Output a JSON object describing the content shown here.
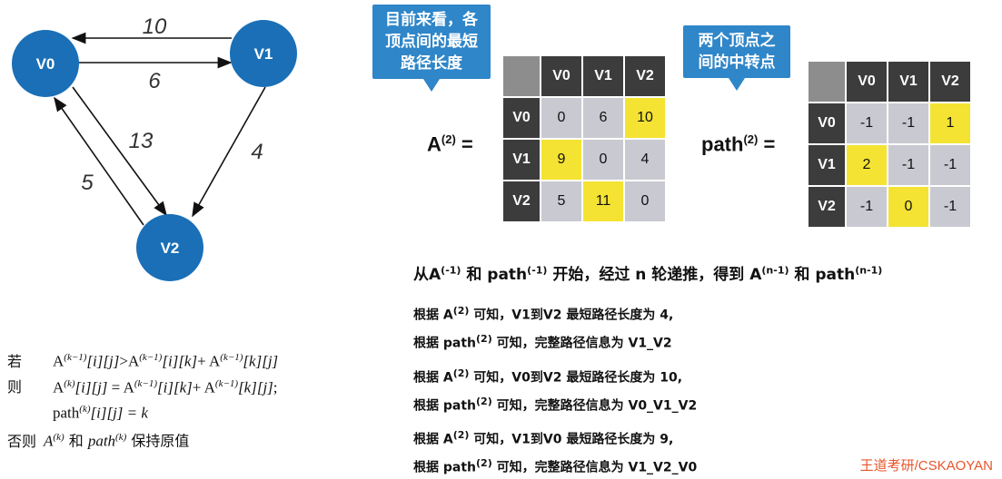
{
  "graph": {
    "nodes": [
      {
        "id": "v0",
        "label": "V0"
      },
      {
        "id": "v1",
        "label": "V1"
      },
      {
        "id": "v2",
        "label": "V2"
      }
    ],
    "edges": [
      {
        "from": "V1",
        "to": "V0",
        "weight": "10"
      },
      {
        "from": "V0",
        "to": "V1",
        "weight": "6"
      },
      {
        "from": "V0",
        "to": "V2",
        "weight": "13"
      },
      {
        "from": "V1",
        "to": "V2",
        "weight": "4"
      },
      {
        "from": "V2",
        "to": "V0",
        "weight": "5"
      }
    ],
    "node_color": "#1a6fb7",
    "node_text_color": "#ffffff"
  },
  "matrix_a": {
    "callout": [
      "目前来看，各",
      "顶点间的最短",
      "路径长度"
    ],
    "label_base": "A",
    "label_sup": "(2)",
    "equals": "=",
    "headers": [
      "V0",
      "V1",
      "V2"
    ],
    "rows": [
      {
        "name": "V0",
        "cells": [
          {
            "v": "0",
            "hl": false
          },
          {
            "v": "6",
            "hl": false
          },
          {
            "v": "10",
            "hl": true
          }
        ]
      },
      {
        "name": "V1",
        "cells": [
          {
            "v": "9",
            "hl": true
          },
          {
            "v": "0",
            "hl": false
          },
          {
            "v": "4",
            "hl": false
          }
        ]
      },
      {
        "name": "V2",
        "cells": [
          {
            "v": "5",
            "hl": false
          },
          {
            "v": "11",
            "hl": true
          },
          {
            "v": "0",
            "hl": false
          }
        ]
      }
    ]
  },
  "matrix_path": {
    "callout": [
      "两个顶点之",
      "间的中转点"
    ],
    "label_base": "path",
    "label_sup": "(2)",
    "equals": "=",
    "headers": [
      "V0",
      "V1",
      "V2"
    ],
    "rows": [
      {
        "name": "V0",
        "cells": [
          {
            "v": "-1",
            "hl": false
          },
          {
            "v": "-1",
            "hl": false
          },
          {
            "v": "1",
            "hl": true
          }
        ]
      },
      {
        "name": "V1",
        "cells": [
          {
            "v": "2",
            "hl": true
          },
          {
            "v": "-1",
            "hl": false
          },
          {
            "v": "-1",
            "hl": false
          }
        ]
      },
      {
        "name": "V2",
        "cells": [
          {
            "v": "-1",
            "hl": false
          },
          {
            "v": "0",
            "hl": true
          },
          {
            "v": "-1",
            "hl": false
          }
        ]
      }
    ]
  },
  "summary": {
    "p1": "从A",
    "s1": "(-1)",
    "p2": " 和 path",
    "s2": "(-1)",
    "p3": " 开始，经过 n 轮递推，得到 A",
    "s3": "(n-1)",
    "p4": " 和 path",
    "s4": "(n-1)"
  },
  "info": {
    "sup": "(2)",
    "blocks": [
      {
        "a_pre": "根据 A",
        "a_post": " 可知，V1到V2 最短路径长度为 4,",
        "p_pre": "根据 path",
        "p_post": "  可知，完整路径信息为 V1_V2"
      },
      {
        "a_pre": "根据 A",
        "a_post": " 可知，V0到V2 最短路径长度为 10,",
        "p_pre": "根据 path",
        "p_post": "  可知，完整路径信息为 V0_V1_V2"
      },
      {
        "a_pre": "根据 A",
        "a_post": " 可知，V1到V0 最短路径长度为 9,",
        "p_pre": "根据 path",
        "p_post": "  可知，完整路径信息为 V1_V2_V0"
      }
    ]
  },
  "formula": {
    "kw_if": "若",
    "kw_then": "则",
    "kw_else": "否则",
    "A": "A",
    "sup_k1": "(k−1)",
    "sup_k": "(k)",
    "ij": "[i][j]",
    "ik": "[i][k]",
    "kj": "[k][j]",
    "gt": ">",
    "plus": "+ ",
    "eq": " = ",
    "semi": ";",
    "path": "path",
    "assign_k": " = k",
    "else_A": "A",
    "else_mid": " 和 ",
    "else_path": "path",
    "else_tail": " 保持原值"
  },
  "footer": "王道考研/CSKAOYAN"
}
